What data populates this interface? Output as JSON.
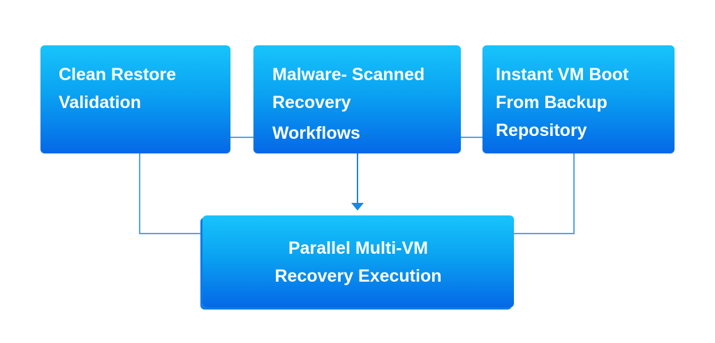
{
  "diagram": {
    "line_color": "#1a86e6",
    "box_gradient": [
      "#18c4fb",
      "#0aa2f2",
      "#0568e7"
    ],
    "text_color": "#ffffff",
    "nodes": {
      "clean_restore": {
        "lines": [
          "Clean Restore",
          "Validation"
        ]
      },
      "malware_scanned": {
        "lines": [
          "Malware- Scanned",
          "Recovery",
          "Workflows"
        ]
      },
      "instant_vm": {
        "lines": [
          "Instant VM Boot",
          "From Backup",
          "Repository"
        ]
      },
      "parallel": {
        "lines": [
          "Parallel Multi-VM",
          "Recovery Execution"
        ]
      }
    },
    "edges": [
      {
        "from": "clean_restore",
        "to": "malware_scanned",
        "style": "line"
      },
      {
        "from": "malware_scanned",
        "to": "instant_vm",
        "style": "line"
      },
      {
        "from": "malware_scanned",
        "to": "parallel",
        "style": "arrow"
      },
      {
        "from": "clean_restore",
        "to": "parallel",
        "style": "line"
      },
      {
        "from": "instant_vm",
        "to": "parallel",
        "style": "line"
      }
    ]
  }
}
